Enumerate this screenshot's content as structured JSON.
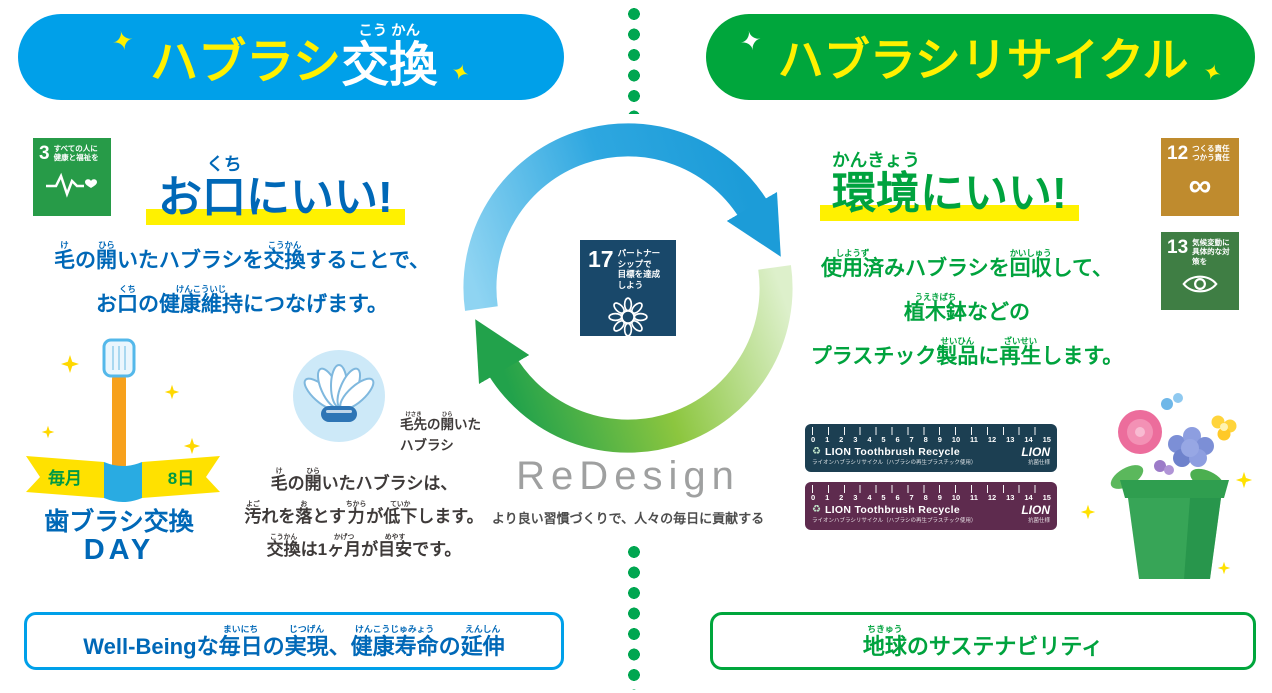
{
  "icons": {
    "sparkle": "✦",
    "recycle": "♻",
    "infinity": "∞"
  },
  "header_left": {
    "part1": "ハブラシ",
    "part2": [
      {
        "t": "交換",
        "r": "こう かん"
      }
    ]
  },
  "header_right": {
    "label": "ハブラシリサイクル"
  },
  "left": {
    "sdg3": {
      "num": "3",
      "label": "すべての人に\n健康と福祉を"
    },
    "heading": [
      {
        "t": "お"
      },
      {
        "t": "口",
        "r": "くち"
      },
      {
        "t": "にいい!"
      }
    ],
    "para": {
      "line1": [
        {
          "t": "毛",
          "r": "け"
        },
        {
          "t": "の"
        },
        {
          "t": "開",
          "r": "ひら"
        },
        {
          "t": "いたハブラシを"
        },
        {
          "t": "交換",
          "r": "こうかん"
        },
        {
          "t": "することで、"
        }
      ],
      "line2": [
        {
          "t": "お"
        },
        {
          "t": "口",
          "r": "くち"
        },
        {
          "t": "の"
        },
        {
          "t": "健康維持",
          "r": "けんこういじ"
        },
        {
          "t": "につなげます。"
        }
      ]
    },
    "day_badge": {
      "ribbon_left": "毎月",
      "ribbon_right": "8日",
      "line1": "歯ブラシ交換",
      "line2": "DAY"
    },
    "brush_caption": {
      "line1": [
        {
          "t": "毛先",
          "r": "けさき"
        },
        {
          "t": "の"
        },
        {
          "t": "開",
          "r": "ひら"
        },
        {
          "t": "いた"
        }
      ],
      "line2": "ハブラシ"
    },
    "note": {
      "line1": [
        {
          "t": "毛",
          "r": "け"
        },
        {
          "t": "の"
        },
        {
          "t": "開",
          "r": "ひら"
        },
        {
          "t": "いたハブラシは、"
        }
      ],
      "line2": [
        {
          "t": "汚",
          "r": "よご"
        },
        {
          "t": "れを"
        },
        {
          "t": "落",
          "r": "お"
        },
        {
          "t": "とす"
        },
        {
          "t": "力",
          "r": "ちから"
        },
        {
          "t": "が"
        },
        {
          "t": "低下",
          "r": "ていか"
        },
        {
          "t": "します。"
        }
      ],
      "line3": [
        {
          "t": "交換",
          "r": "こうかん"
        },
        {
          "t": "は1"
        },
        {
          "t": "ヶ月",
          "r": "かげつ"
        },
        {
          "t": "が"
        },
        {
          "t": "目安",
          "r": "めやす"
        },
        {
          "t": "です。"
        }
      ]
    },
    "footer": [
      {
        "t": "Well-Beingな"
      },
      {
        "t": "毎日",
        "r": "まいにち"
      },
      {
        "t": "の"
      },
      {
        "t": "実現",
        "r": "じつげん"
      },
      {
        "t": "、"
      },
      {
        "t": "健康寿命",
        "r": "けんこうじゅみょう"
      },
      {
        "t": "の"
      },
      {
        "t": "延伸",
        "r": "えんしん"
      }
    ]
  },
  "center": {
    "sdg17": {
      "num": "17",
      "label": "パートナーシップで\n目標を達成しよう"
    },
    "brand": "ReDesign",
    "tagline": "より良い習慣づくりで、人々の毎日に貢献する"
  },
  "right": {
    "heading": [
      {
        "t": "環境",
        "r": "かんきょう"
      },
      {
        "t": "にいい!"
      }
    ],
    "sdg12": {
      "num": "12",
      "label": "つくる責任\nつかう責任"
    },
    "sdg13": {
      "num": "13",
      "label": "気候変動に\n具体的な対策を"
    },
    "para": {
      "line1": [
        {
          "t": "使用済",
          "r": "しようず"
        },
        {
          "t": "みハブラシを"
        },
        {
          "t": "回収",
          "r": "かいしゅう"
        },
        {
          "t": "して、"
        }
      ],
      "line2": [
        {
          "t": "植木鉢",
          "r": "うえきばち"
        },
        {
          "t": "などの"
        }
      ],
      "line3": [
        {
          "t": "プラスチック"
        },
        {
          "t": "製品",
          "r": "せいひん"
        },
        {
          "t": "に"
        },
        {
          "t": "再生",
          "r": "ざいせい"
        },
        {
          "t": "します。"
        }
      ]
    },
    "ruler": {
      "scale": [
        "0",
        "1",
        "2",
        "3",
        "4",
        "5",
        "6",
        "7",
        "8",
        "9",
        "10",
        "11",
        "12",
        "13",
        "14",
        "15"
      ],
      "title": "LION Toothbrush Recycle",
      "subtitle": "ライオンハブラシリサイクル（ハブラシの再生プラスチック使用）",
      "brand": "LION",
      "note": "抗菌仕様"
    },
    "footer": [
      {
        "t": "地球",
        "r": "ちきゅう"
      },
      {
        "t": "のサステナビリティ"
      }
    ]
  },
  "colors": {
    "blue": "#00A0E9",
    "green": "#00A63C",
    "text_blue": "#0068B7",
    "text_green": "#00A33E",
    "yellow": "#FFF100",
    "dot_green": "#00A650"
  }
}
